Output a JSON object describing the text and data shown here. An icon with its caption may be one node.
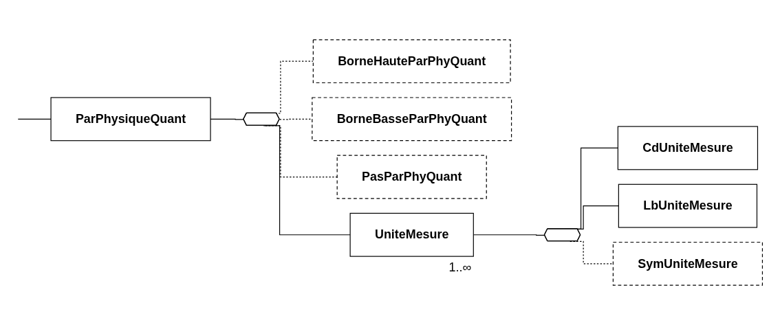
{
  "diagram": {
    "nodes": [
      {
        "text": [
          "ParPhysiqueQuant"
        ]
      },
      {
        "text": [],
        "shape": "octagon"
      },
      {
        "text": [
          "BorneHauteParPhyQuant"
        ]
      },
      {
        "text": [
          "BorneBasseParPhyQuant"
        ]
      },
      {
        "text": [
          "PasParPhyQuant"
        ]
      },
      {
        "text": [
          "UniteMesure"
        ],
        "beside": [
          "1..∞"
        ]
      },
      {
        "text": [],
        "shape": "octagon"
      },
      {
        "text": [
          "CdUniteMesure"
        ]
      },
      {
        "text": [
          "LbUniteMesure"
        ]
      },
      {
        "text": [
          "SymUniteMesure"
        ]
      }
    ],
    "edges": [
      {
        "from": null,
        "to": 0,
        "arrow": "none"
      },
      {
        "from": 0,
        "to": 1,
        "arrow": "none"
      },
      {
        "from": 1,
        "to": 2,
        "arrow": "none",
        "style": "dashed"
      },
      {
        "from": 1,
        "to": 3,
        "arrow": "none",
        "style": "dashed"
      },
      {
        "from": 1,
        "to": 4,
        "arrow": "none",
        "style": "dashed"
      },
      {
        "from": 1,
        "to": 5,
        "arrow": "none"
      },
      {
        "from": 5,
        "to": 6,
        "arrow": "none"
      },
      {
        "from": 6,
        "to": 7,
        "arrow": "none"
      },
      {
        "from": 6,
        "to": 8,
        "arrow": "none"
      },
      {
        "from": 6,
        "to": 9,
        "arrow": "none",
        "style": "dashed"
      }
    ]
  }
}
